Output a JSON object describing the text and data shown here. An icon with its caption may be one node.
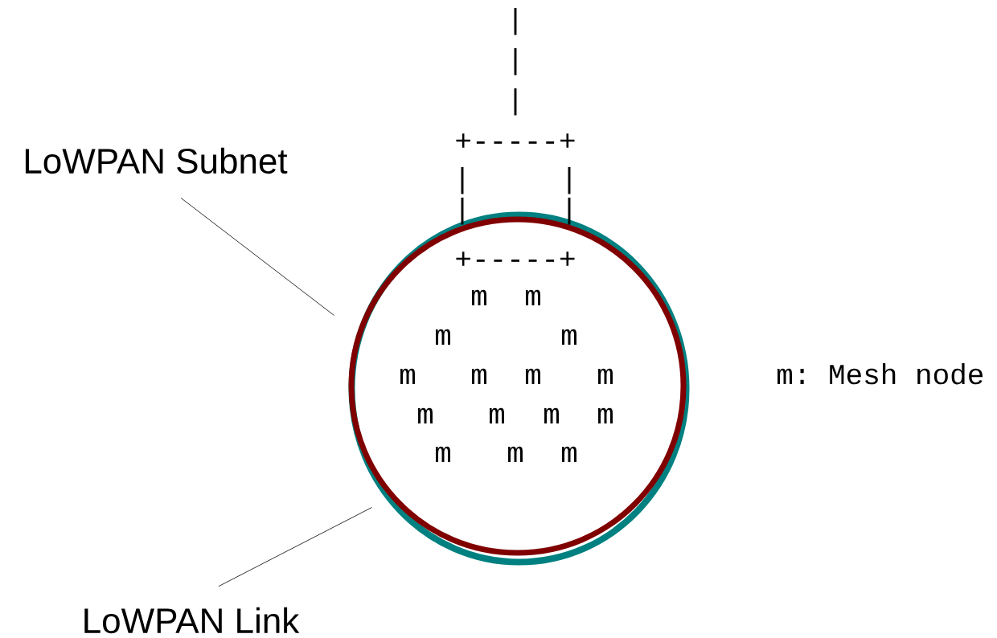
{
  "diagram": {
    "nodes": [
      {
        "text": [
          "LoWPAN Subnet"
        ]
      },
      {
        "text": [
          "LoWPAN Link"
        ]
      },
      {
        "text": [],
        "shape": "circle"
      },
      {
        "text": [],
        "shape": "circle"
      }
    ],
    "edges": [
      {
        "from": 0,
        "to": 2,
        "arrow": "none"
      },
      {
        "from": 1,
        "to": 3,
        "arrow": "none"
      }
    ],
    "labels": [
      "|",
      "|",
      "|",
      "+-----+",
      "|",
      "|",
      "|",
      "|",
      "+-----+",
      "m",
      "m",
      "m",
      "m",
      "m",
      "m",
      "m",
      "m",
      "m: Mesh node",
      "m",
      "m",
      "m",
      "m",
      "m",
      "m",
      "m"
    ]
  }
}
